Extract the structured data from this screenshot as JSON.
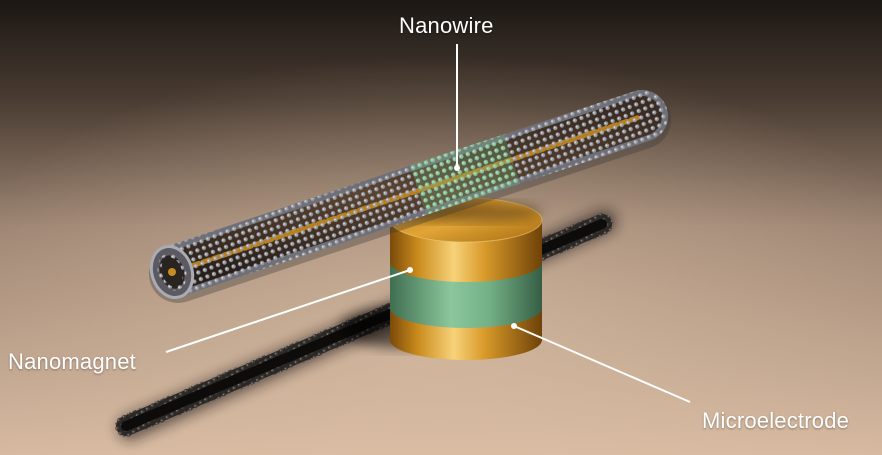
{
  "labels": {
    "nanowire": "Nanowire",
    "nanomagnet": "Nanomagnet",
    "microelectrode": "Microelectrode"
  },
  "colors": {
    "background_top": "#1b1714",
    "background_bottom": "#cfb299",
    "gold": "#c98a1c",
    "green": "#78b48a",
    "atom_gray": "#8c8f9c",
    "label_text": "#ffffff"
  }
}
